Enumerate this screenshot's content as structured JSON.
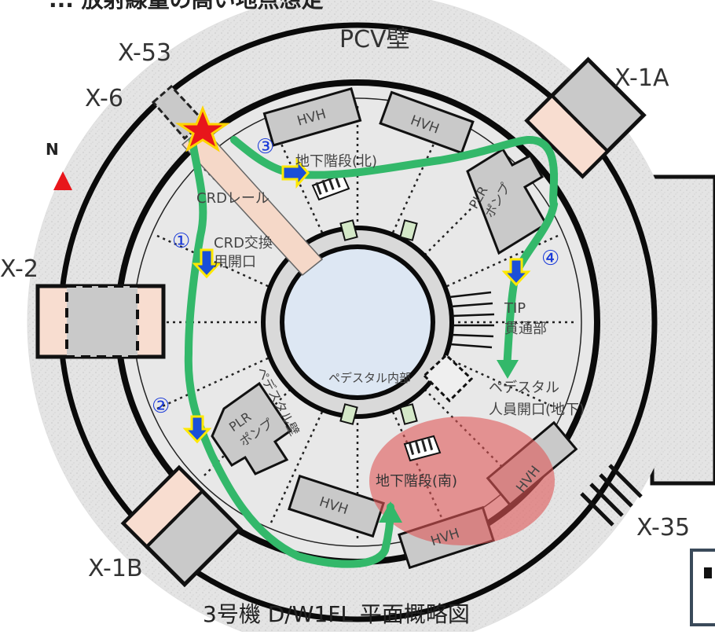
{
  "labels": {
    "top_cut": "... 放射線量の高い地点想定",
    "pcv_wall": "PCV壁",
    "x53": "X-53",
    "x6": "X-6",
    "x1a": "X-1A",
    "x2": "X-2",
    "x35": "X-35",
    "x1b": "X-1B",
    "north": "N",
    "crd_rail": "CRDレール",
    "crd_opening": "CRD交換\n用開口",
    "stairs_north": "地下階段(北)",
    "stairs_south": "地下階段(南)",
    "tip": "TIP\n貫通部",
    "pedestal_door": "ペデスタル\n人員開口(地下)",
    "pedestal_inside": "ペデスタル内部",
    "pedestal_wall": "ペデスタル壁",
    "plr_pump": "PLR\nポンプ",
    "hvh": "HVH",
    "route_1": "①",
    "route_2": "②",
    "route_3": "③",
    "route_4": "④",
    "caption": "3号機 D/W1FL 平面概略図"
  },
  "colors": {
    "route_green": "#33b86a",
    "arrow_blue": "#1b4fd8",
    "arrow_outline": "#ffe800",
    "star_fill": "#e8161b",
    "star_outline": "#ffd400",
    "hot_zone": "#e05757",
    "north_marker": "#e8161b",
    "penetration_fill": "#f8ddd0",
    "equipment_fill": "#c9c9c9",
    "pedestal_fill": "#dce6f2"
  }
}
